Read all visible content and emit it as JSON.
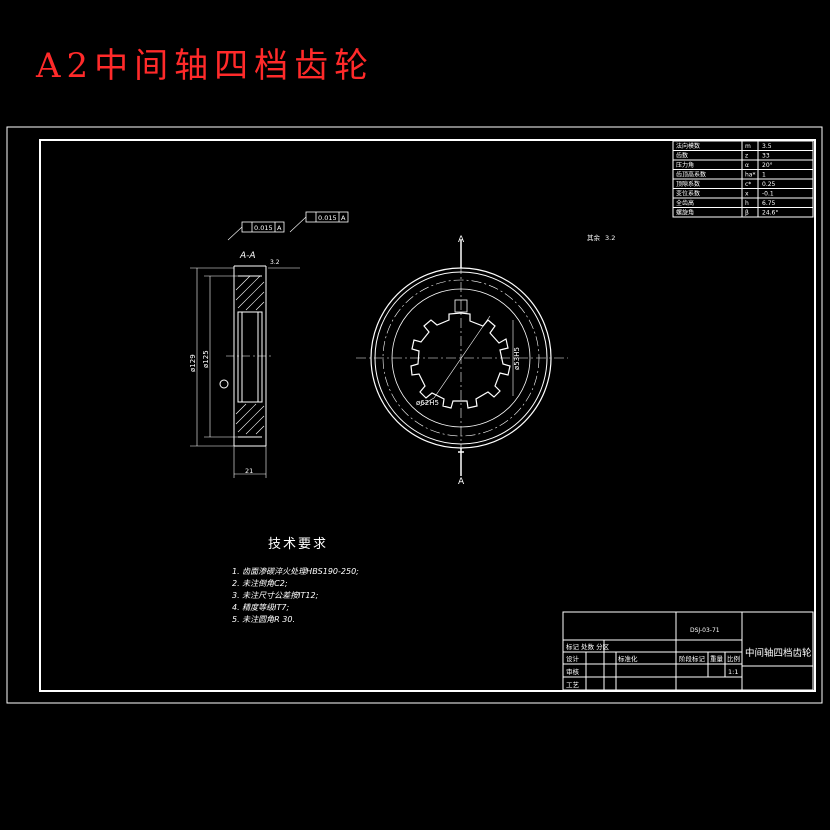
{
  "title": "A2中间轴四档齿轮",
  "view": {
    "section_label": "A-A",
    "section_mark_top": "A",
    "section_mark_bottom": "A",
    "dims": {
      "outer_dia": "ø129",
      "inner_dia": "ø125",
      "width": "21",
      "spline": "ø62H5",
      "spline_small": "ø53H5"
    },
    "tolerance_1": "0.015",
    "tolerance_2": "0.015",
    "datum": "A",
    "roughness": "3.2",
    "roughness_other": "其余"
  },
  "notes": {
    "heading": "技术要求",
    "items": [
      "1. 齿面渗碳淬火处理HBS190-250;",
      "2. 未注倒角C2;",
      "3. 未注尺寸公差按IT12;",
      "4. 精度等级IT7;",
      "5. 未注圆角R 30."
    ]
  },
  "params": [
    [
      "法向模数",
      "m",
      "3.5"
    ],
    [
      "齿数",
      "z",
      "33"
    ],
    [
      "压力角",
      "α",
      "20°"
    ],
    [
      "齿顶高系数",
      "ha*",
      "1"
    ],
    [
      "顶隙系数",
      "c*",
      "0.25"
    ],
    [
      "变位系数",
      "x",
      "-0.1"
    ],
    [
      "全齿高",
      "h",
      "6.75"
    ],
    [
      "螺旋角",
      "β",
      "24.6°"
    ]
  ],
  "titleblock": {
    "code": "DSJ-03-71",
    "name": "中间轴四档齿轮",
    "r1": "标记 处数 分区",
    "r2": "设计",
    "r3": "审核",
    "r4": "工艺",
    "std": "标准化",
    "stage": "阶段标记",
    "weight": "重量",
    "scale": "比例",
    "scale_val": "1:1"
  }
}
